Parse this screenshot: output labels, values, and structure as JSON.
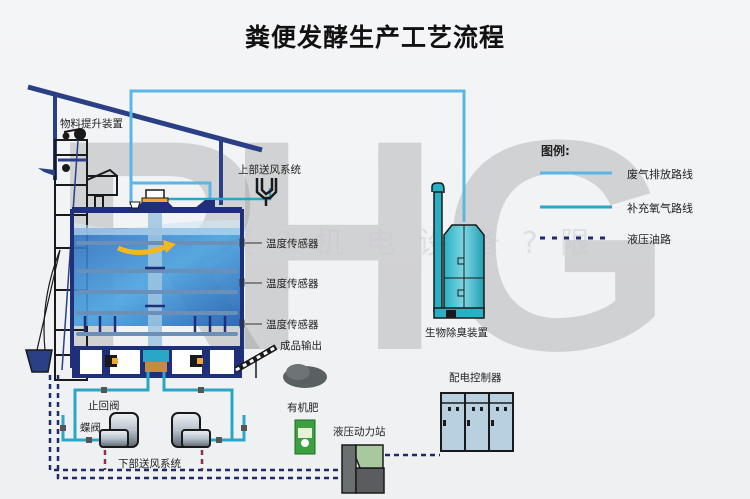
{
  "title": "粪便发酵生产工艺流程",
  "watermark": {
    "letters": [
      "R",
      "H",
      "G"
    ],
    "text": "上海豪?机电设备?限"
  },
  "legend": {
    "title": "图例:",
    "items": [
      {
        "label": "废气排放路线",
        "style": "solid",
        "color": "#5bb6e6"
      },
      {
        "label": "补充氧气路线",
        "style": "solid",
        "color": "#2aa7c6"
      },
      {
        "label": "液压油路",
        "style": "dashed",
        "color": "#1e2a6b"
      }
    ]
  },
  "labels": {
    "lift": "物料提升装置",
    "upper_air": "上部送风系统",
    "sensor1": "温度传感器",
    "sensor2": "温度传感器",
    "sensor3": "温度传感器",
    "output": "成品输出",
    "fertilizer": "有机肥",
    "deodor": "生物除臭装置",
    "controller": "配电控制器",
    "hydraulic": "液压动力站",
    "check_valve": "止回阀",
    "butterfly_valve": "蝶阀",
    "lower_air": "下部送风系统"
  },
  "colors": {
    "structure": "#1f2f7a",
    "exhaust": "#5bb6e6",
    "oxygen": "#2aa7c6",
    "tank": "#3a8fd6",
    "arrow": "#f2b81e"
  }
}
